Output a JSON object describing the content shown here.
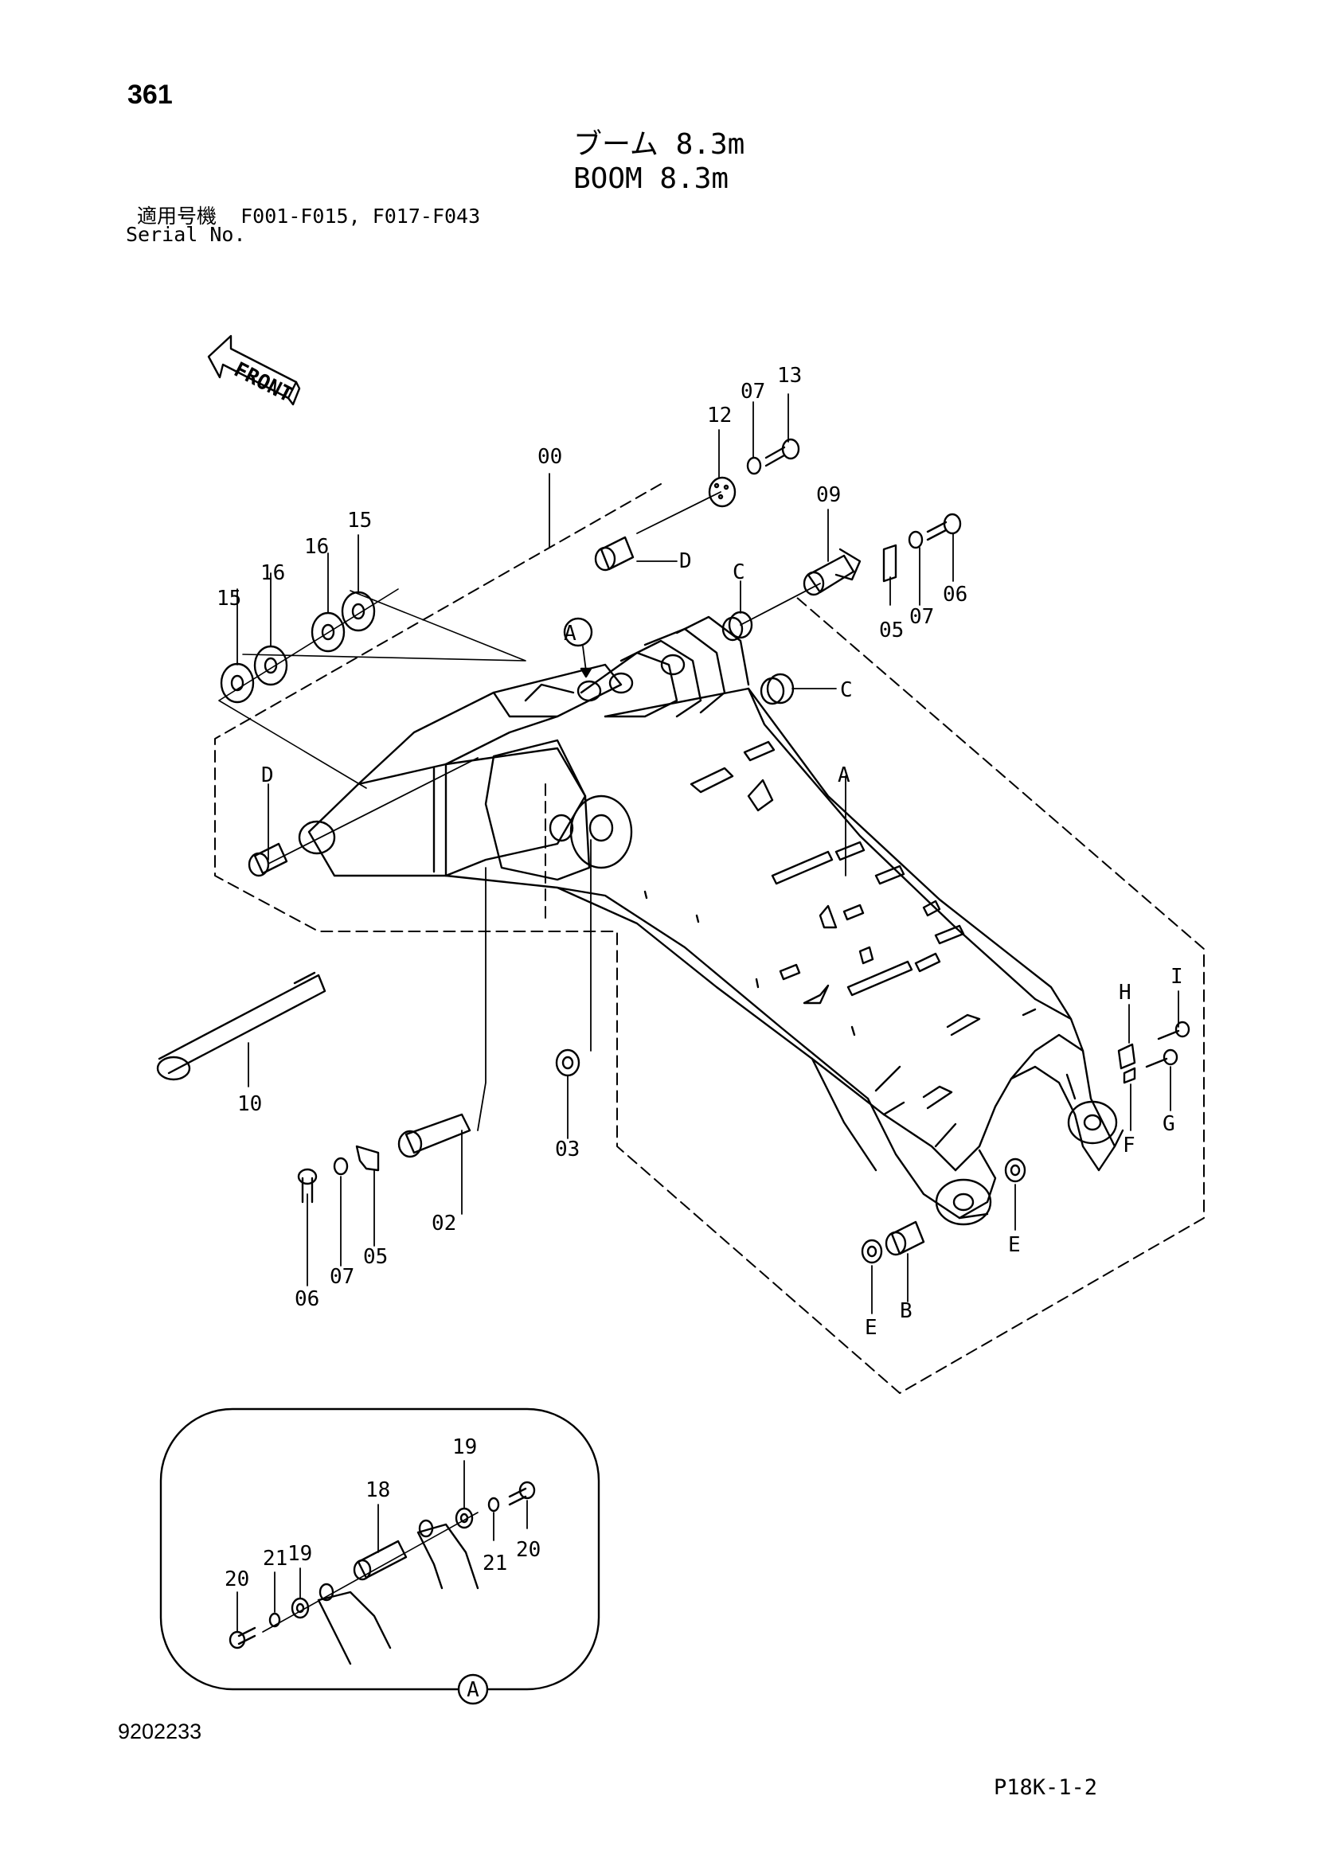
{
  "header": {
    "page_number": "361",
    "title_jp": "ブーム 8.3m",
    "title_en": "BOOM 8.3m",
    "serial_label_jp": "適用号機",
    "serial_range": "F001-F015, F017-F043",
    "serial_label_en": "Serial No."
  },
  "front_marker": "FRONT",
  "callouts": {
    "c00": "00",
    "c02": "02",
    "c03": "03",
    "c05a": "05",
    "c05b": "05",
    "c06a": "06",
    "c06b": "06",
    "c07a": "07",
    "c07b": "07",
    "c07c": "07",
    "c09": "09",
    "c10": "10",
    "c12": "12",
    "c13": "13",
    "c15a": "15",
    "c15b": "15",
    "c16a": "16",
    "c16b": "16",
    "cA": "A",
    "cB": "B",
    "cCa": "C",
    "cCb": "C",
    "cDa": "D",
    "cDb": "D",
    "cEa": "E",
    "cEb": "E",
    "cF": "F",
    "cG": "G",
    "cH": "H",
    "cI": "I",
    "cA_circle": "A"
  },
  "detail_a": {
    "label": "A",
    "c18": "18",
    "c19a": "19",
    "c19b": "19",
    "c20a": "20",
    "c20b": "20",
    "c21a": "21",
    "c21b": "21"
  },
  "footer": {
    "drawing_number": "9202233",
    "page_code": "P18K-1-2"
  }
}
